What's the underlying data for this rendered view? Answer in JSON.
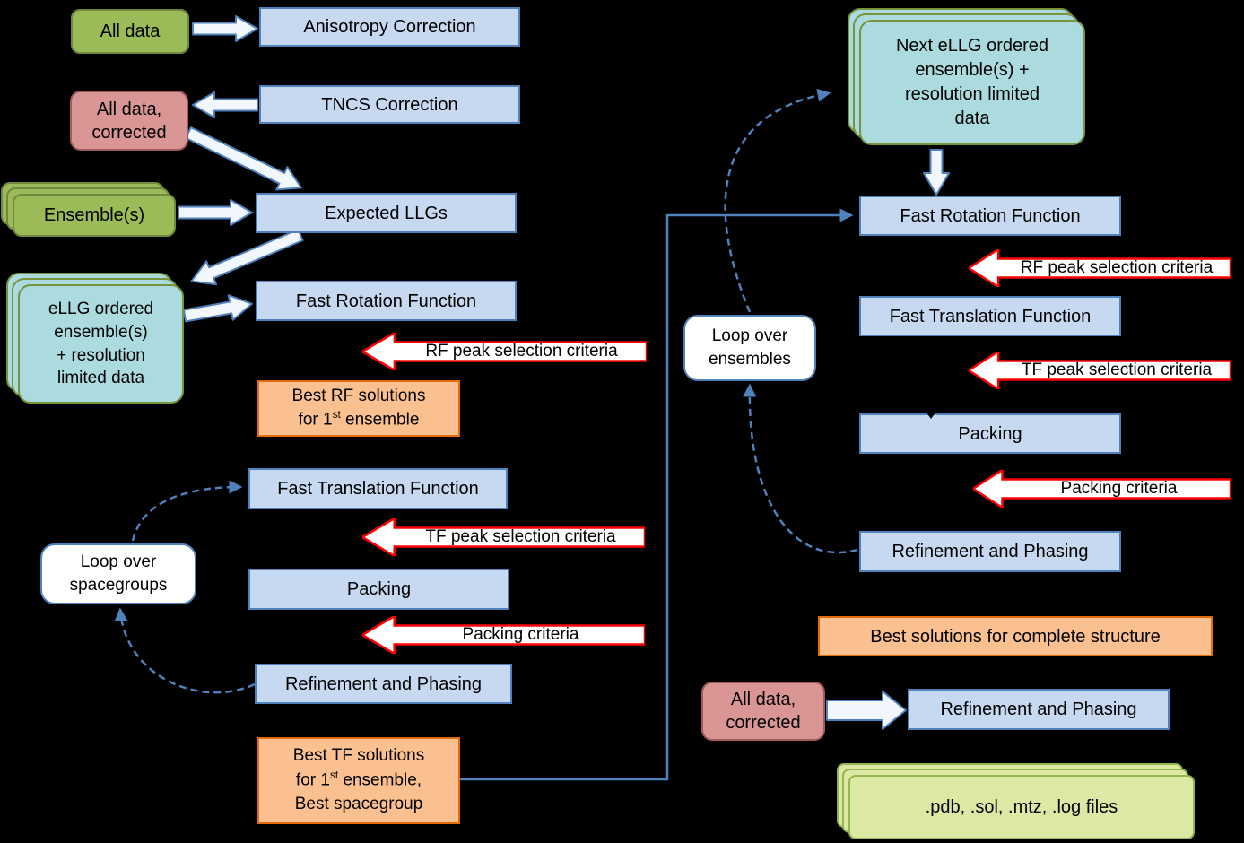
{
  "colors": {
    "background": "#000000",
    "process_fill": "#C6D9F1",
    "process_border": "#4F81BD",
    "green_fill": "#9BBB59",
    "pink_fill": "#D99694",
    "teal_fill": "#ABDBDE",
    "orange_fill": "#FAC090",
    "orange_border": "#E36C0A",
    "file_fill": "#DCE9A5",
    "red_arrow_border": "#FF0000",
    "connector_blue": "#4F81BD"
  },
  "left": {
    "all_data": "All data",
    "anisotropy_correction": "Anisotropy Correction",
    "tncs_correction": "TNCS Correction",
    "all_data_corrected_line1": "All data,",
    "all_data_corrected_line2": "corrected",
    "ensembles": "Ensemble(s)",
    "expected_llgs": "Expected LLGs",
    "ellg_lines": [
      "eLLG ordered",
      "ensemble(s)",
      "+ resolution",
      "limited data"
    ],
    "fast_rotation_function": "Fast Rotation Function",
    "rf_peak_criteria": "RF peak selection criteria",
    "best_rf_line1": "Best RF solutions",
    "best_rf_line2_pre": "for 1",
    "best_rf_line2_sup": "st",
    "best_rf_line2_post": " ensemble",
    "fast_translation_function": "Fast Translation Function",
    "tf_peak_criteria": "TF peak selection criteria",
    "packing": "Packing",
    "packing_criteria": "Packing criteria",
    "refinement_phasing": "Refinement and Phasing",
    "loop_line1": "Loop over",
    "loop_line2": "spacegroups",
    "best_tf_line1": "Best TF solutions",
    "best_tf_line2_pre": "for 1",
    "best_tf_line2_sup": "st",
    "best_tf_line2_post": " ensemble,",
    "best_tf_line3": "Best spacegroup"
  },
  "right": {
    "next_ellg_lines": [
      "Next eLLG ordered",
      "ensemble(s) +",
      "resolution limited",
      "data"
    ],
    "fast_rotation_function": "Fast Rotation Function",
    "rf_peak_criteria": "RF peak selection criteria",
    "fast_translation_function": "Fast Translation Function",
    "tf_peak_criteria": "TF peak selection criteria",
    "packing": "Packing",
    "packing_criteria": "Packing criteria",
    "refinement_phasing": "Refinement and Phasing",
    "loop_line1": "Loop over",
    "loop_line2": "ensembles",
    "best_solutions": "Best solutions for complete structure",
    "all_data_corrected_line1": "All data,",
    "all_data_corrected_line2": "corrected",
    "refinement_phasing2": "Refinement and Phasing",
    "files": ".pdb, .sol, .mtz, .log files"
  }
}
